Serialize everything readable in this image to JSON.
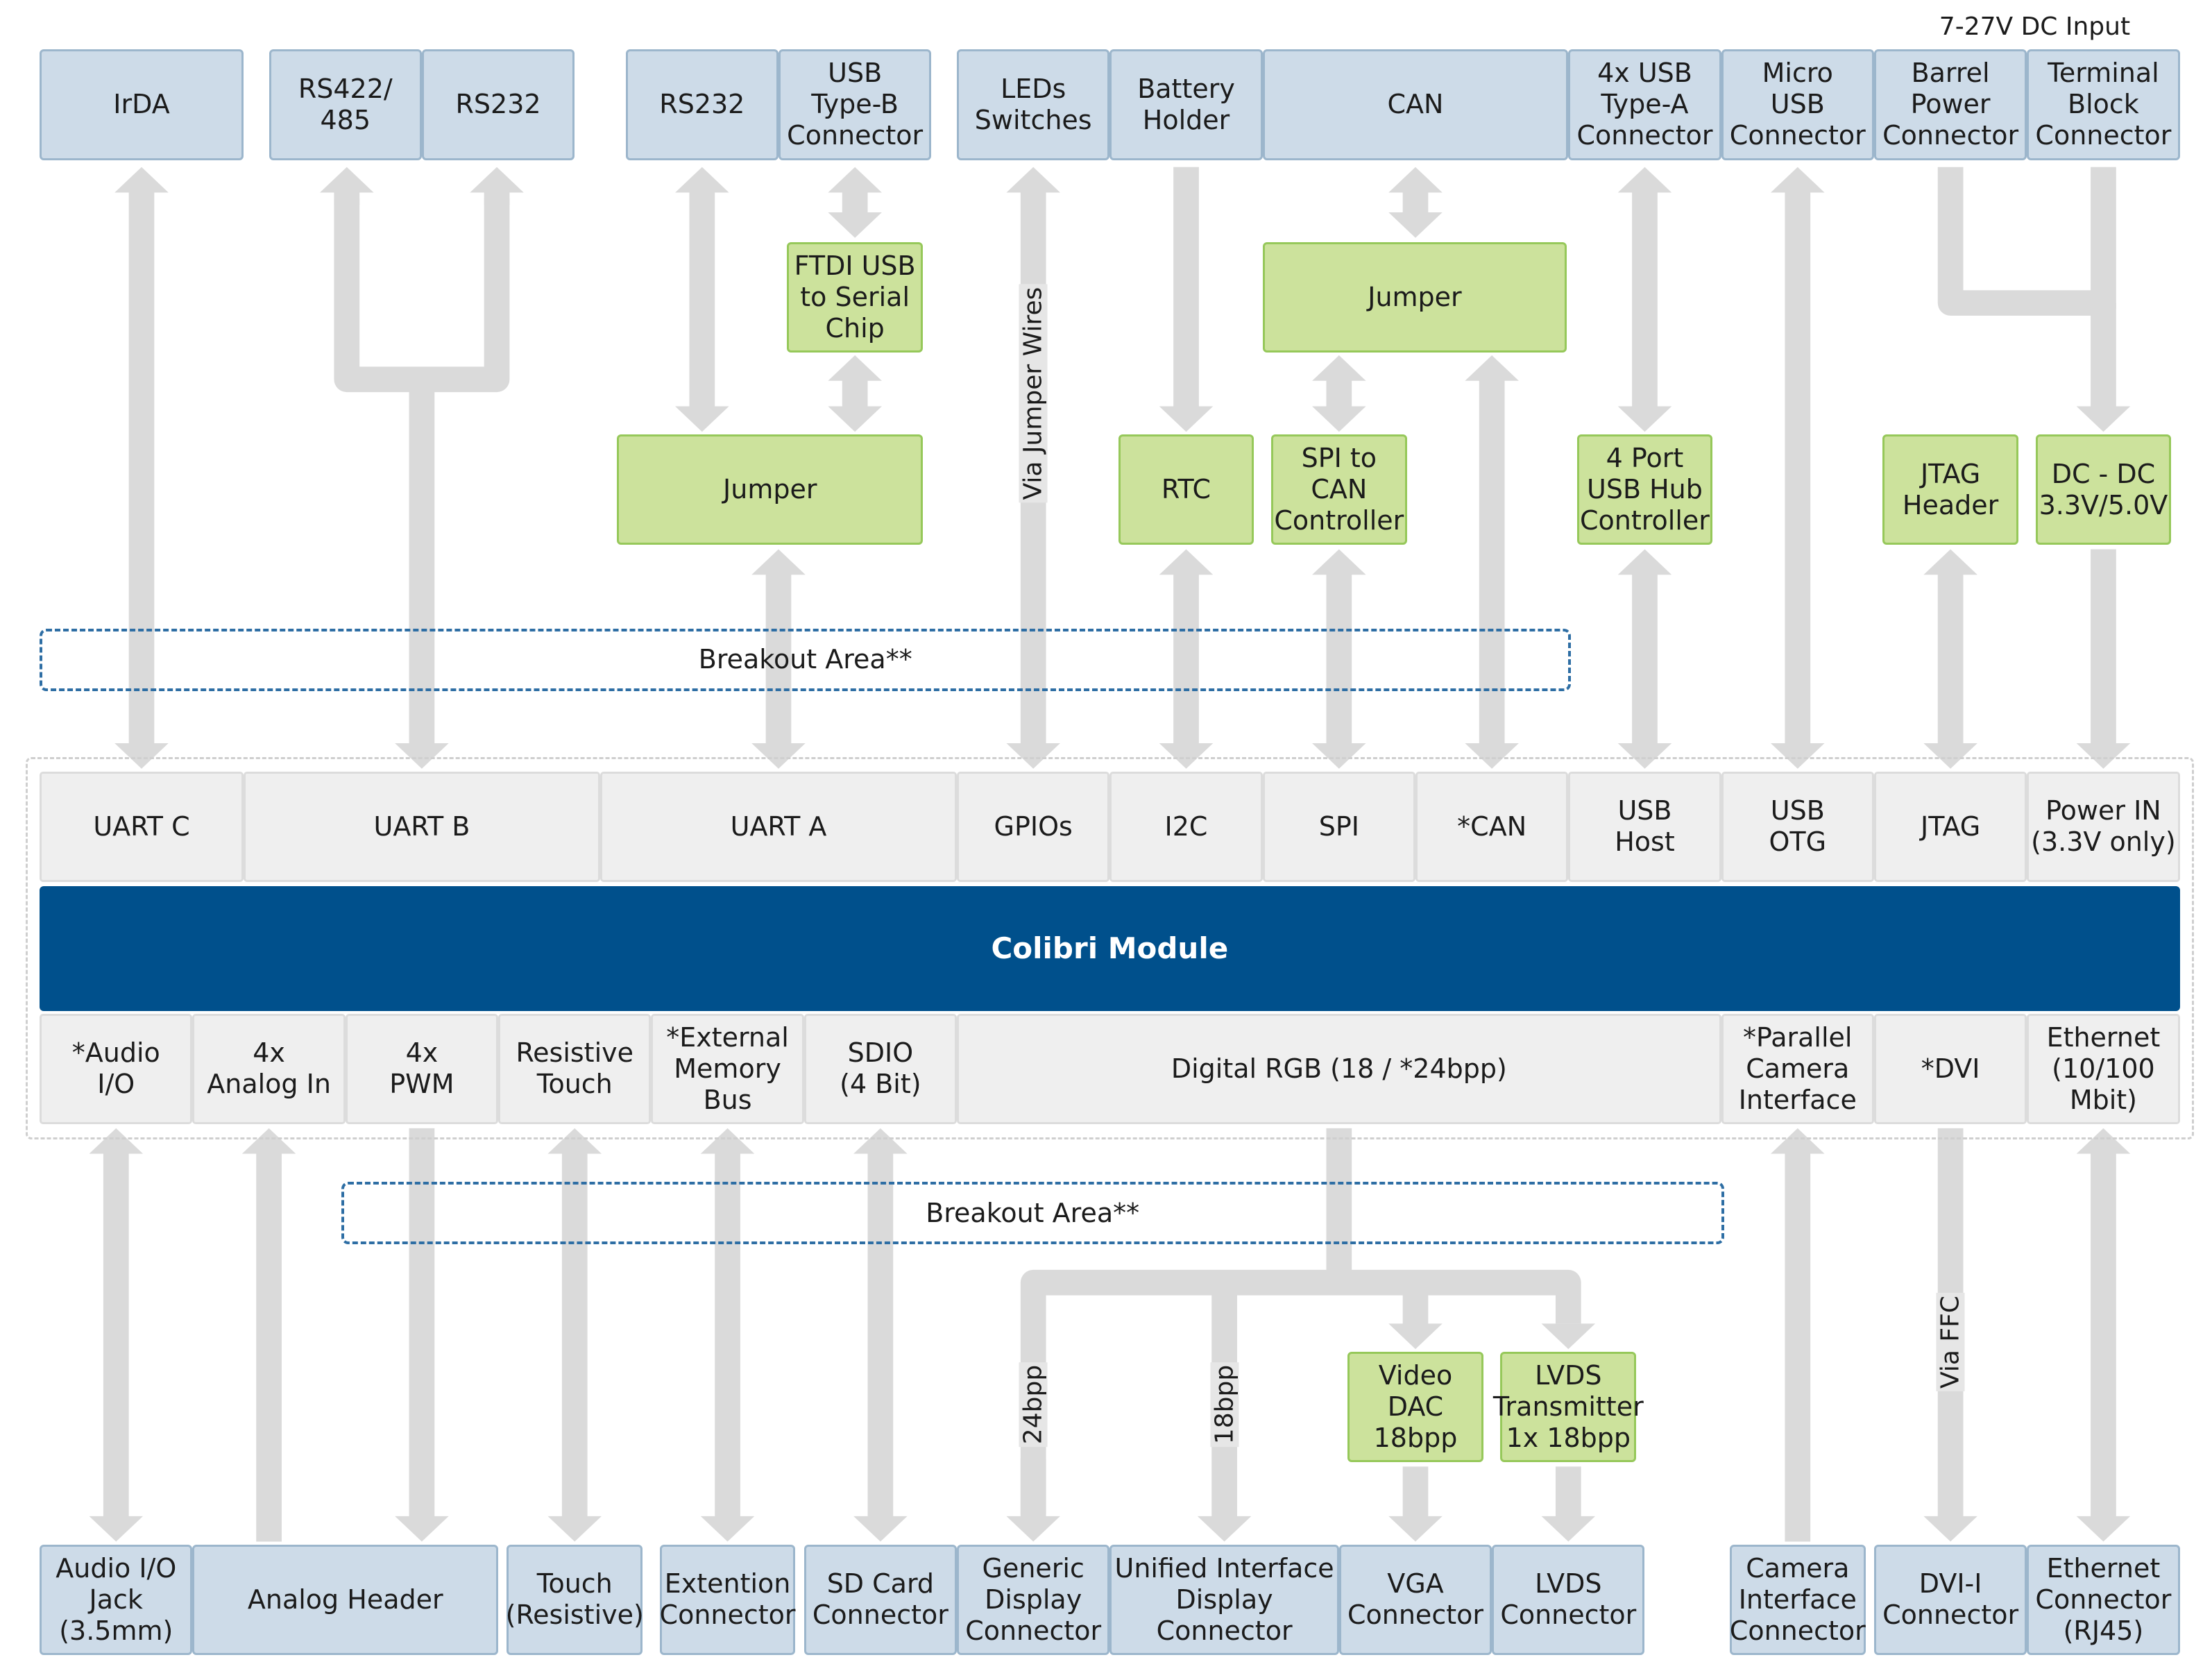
{
  "title_note": "7-27V DC Input",
  "module": "Colibri Module",
  "breakout_top": "Breakout Area**",
  "breakout_bottom": "Breakout Area**",
  "top_connectors": [
    {
      "id": "irda",
      "label": "IrDA"
    },
    {
      "id": "rs422",
      "label": "RS422/\n485"
    },
    {
      "id": "rs232-b",
      "label": "RS232"
    },
    {
      "id": "rs232-a",
      "label": "RS232"
    },
    {
      "id": "usb-type-b",
      "label": "USB\nType-B\nConnector"
    },
    {
      "id": "leds-switches",
      "label": "LEDs\nSwitches"
    },
    {
      "id": "battery-holder",
      "label": "Battery\nHolder"
    },
    {
      "id": "can",
      "label": "CAN"
    },
    {
      "id": "usb-type-a",
      "label": "4x USB\nType-A\nConnector"
    },
    {
      "id": "micro-usb",
      "label": "Micro\nUSB\nConnector"
    },
    {
      "id": "barrel-power",
      "label": "Barrel\nPower\nConnector"
    },
    {
      "id": "terminal-block",
      "label": "Terminal\nBlock\nConnector"
    }
  ],
  "chips": [
    {
      "id": "ftdi",
      "label": "FTDI USB\nto Serial\nChip"
    },
    {
      "id": "jumper-can",
      "label": "Jumper"
    },
    {
      "id": "jumper-uart",
      "label": "Jumper"
    },
    {
      "id": "rtc",
      "label": "RTC"
    },
    {
      "id": "spi-can",
      "label": "SPI to CAN\nController"
    },
    {
      "id": "usb-hub",
      "label": "4 Port\nUSB Hub\nController"
    },
    {
      "id": "jtag-header",
      "label": "JTAG\nHeader"
    },
    {
      "id": "dc-dc",
      "label": "DC - DC\n3.3V/5.0V"
    },
    {
      "id": "video-dac",
      "label": "Video\nDAC\n18bpp"
    },
    {
      "id": "lvds-tx",
      "label": "LVDS\nTransmitter\n1x 18bpp"
    }
  ],
  "top_interfaces": [
    {
      "id": "uart-c",
      "label": "UART C"
    },
    {
      "id": "uart-b",
      "label": "UART B"
    },
    {
      "id": "uart-a",
      "label": "UART A"
    },
    {
      "id": "gpios",
      "label": "GPIOs"
    },
    {
      "id": "i2c",
      "label": "I2C"
    },
    {
      "id": "spi",
      "label": "SPI"
    },
    {
      "id": "can-if",
      "label": "*CAN"
    },
    {
      "id": "usb-host",
      "label": "USB\nHost"
    },
    {
      "id": "usb-otg",
      "label": "USB\nOTG"
    },
    {
      "id": "jtag",
      "label": "JTAG"
    },
    {
      "id": "power-in",
      "label": "Power IN\n(3.3V only)"
    }
  ],
  "bottom_interfaces": [
    {
      "id": "audio-io",
      "label": "*Audio\nI/O"
    },
    {
      "id": "analog-in",
      "label": "4x\nAnalog In"
    },
    {
      "id": "pwm",
      "label": "4x\nPWM"
    },
    {
      "id": "resistive-touch",
      "label": "Resistive\nTouch"
    },
    {
      "id": "ext-mem",
      "label": "*External\nMemory\nBus"
    },
    {
      "id": "sdio",
      "label": "SDIO\n(4 Bit)"
    },
    {
      "id": "digital-rgb",
      "label": "Digital RGB (18 / *24bpp)"
    },
    {
      "id": "camera-if",
      "label": "*Parallel\nCamera\nInterface"
    },
    {
      "id": "dvi",
      "label": "*DVI"
    },
    {
      "id": "ethernet-if",
      "label": "Ethernet\n(10/100\nMbit)"
    }
  ],
  "bottom_connectors": [
    {
      "id": "audio-jack",
      "label": "Audio I/O\nJack\n(3.5mm)"
    },
    {
      "id": "analog-header",
      "label": "Analog Header"
    },
    {
      "id": "touch",
      "label": "Touch\n(Resistive)"
    },
    {
      "id": "extention",
      "label": "Extention\nConnector"
    },
    {
      "id": "sd-card",
      "label": "SD Card\nConnector"
    },
    {
      "id": "generic-display",
      "label": "Generic\nDisplay\nConnector"
    },
    {
      "id": "unified-display",
      "label": "Unified Interface\nDisplay\nConnector"
    },
    {
      "id": "vga",
      "label": "VGA\nConnector"
    },
    {
      "id": "lvds-conn",
      "label": "LVDS\nConnector"
    },
    {
      "id": "camera-conn",
      "label": "Camera\nInterface\nConnector"
    },
    {
      "id": "dvi-conn",
      "label": "DVI-I\nConnector"
    },
    {
      "id": "ethernet-conn",
      "label": "Ethernet\nConnector\n(RJ45)"
    }
  ],
  "link_labels": [
    {
      "id": "via-jumper-wires",
      "label": "Via Jumper Wires"
    },
    {
      "id": "24bpp",
      "label": "24bpp"
    },
    {
      "id": "18bpp",
      "label": "18bpp"
    },
    {
      "id": "via-ffc",
      "label": "Via FFC"
    }
  ],
  "colors": {
    "connector": "#cddbe8",
    "chip": "#cce29c",
    "interface": "#efefef",
    "module": "#00508c",
    "arrow": "#dadada",
    "breakout": "#2e6ea4"
  }
}
